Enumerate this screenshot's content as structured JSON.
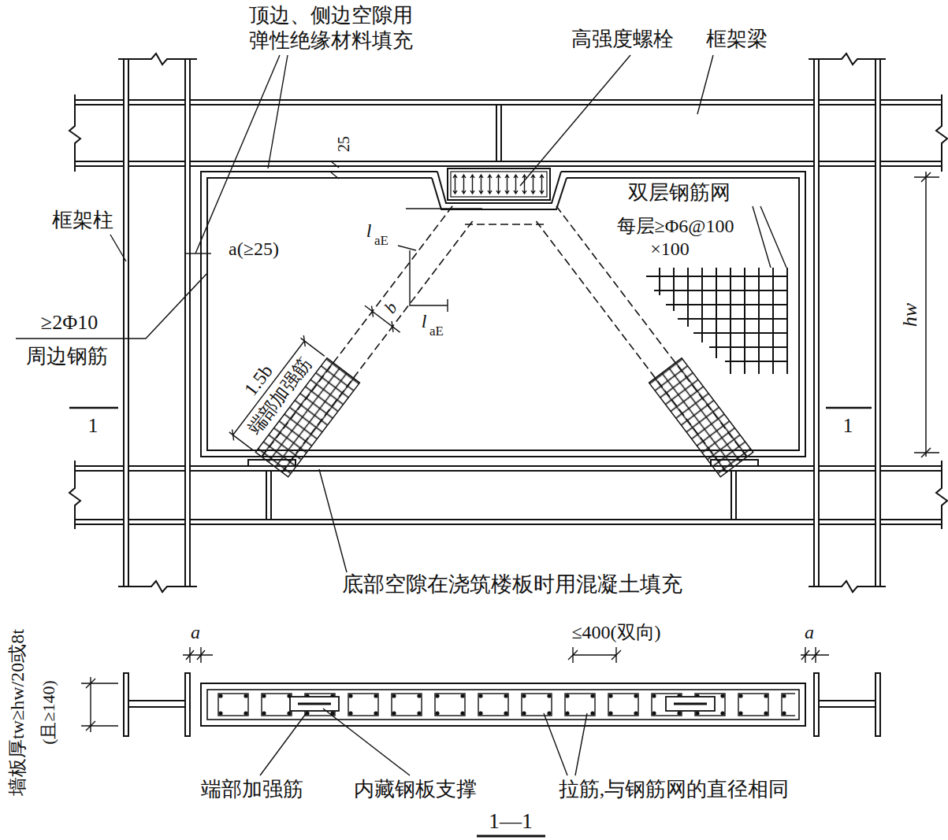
{
  "diagram": {
    "labels": [
      "顶边、侧边空隙用",
      "弹性绝缘材料填充",
      "高强度螺栓",
      "框架梁",
      "25",
      "框架柱",
      "a(≥25)",
      "双层钢筋网",
      "每层≥Φ6@100",
      "×100",
      "l",
      "aE",
      "l",
      "aE",
      "b",
      "1.5b",
      "端部加强筋",
      "≥2Φ10",
      "周边钢筋",
      "1",
      "1",
      "hw",
      "底部空隙在浇筑楼板时用混凝土填充",
      "≤400(双向)",
      "a",
      "a",
      "墙板厚tw≥hw/20或8t",
      "(且≥140)",
      "端部加强筋",
      "内藏钢板支撑",
      "拉筋,与钢筋网的直径相同",
      "1—1"
    ]
  }
}
